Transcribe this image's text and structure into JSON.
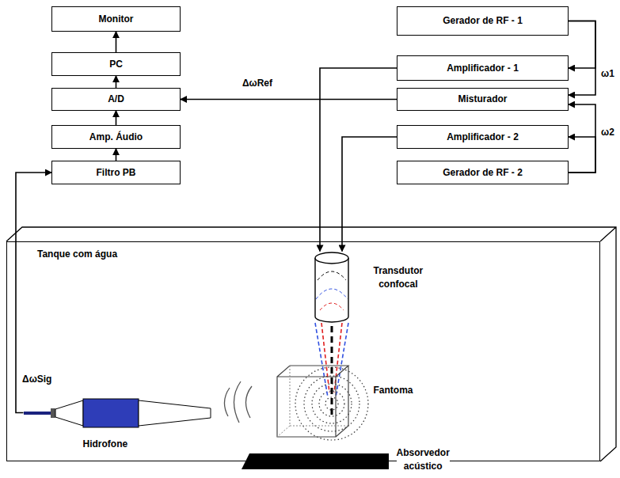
{
  "diagram": {
    "nodes": [
      {
        "text": [
          "Monitor"
        ]
      },
      {
        "text": [
          "PC"
        ]
      },
      {
        "text": [
          "A/D"
        ]
      },
      {
        "text": [
          "Amp. Áudio"
        ]
      },
      {
        "text": [
          "Filtro PB"
        ]
      },
      {
        "text": [
          "Gerador de RF - 1"
        ]
      },
      {
        "text": [
          "Amplificador - 1"
        ]
      },
      {
        "text": [
          "Misturador"
        ]
      },
      {
        "text": [
          "Amplificador - 2"
        ]
      },
      {
        "text": [
          "Gerador de RF - 2"
        ]
      },
      {
        "text": [
          "Tanque com água"
        ]
      },
      {
        "text": [
          "Transdutor confocal"
        ],
        "in": 10
      },
      {
        "text": [
          "Fantoma"
        ],
        "in": 10
      },
      {
        "text": [
          "Hidrofone"
        ],
        "in": 10
      },
      {
        "text": [
          "Absorvedor acústico"
        ],
        "in": 10
      }
    ],
    "edges": [
      {
        "from": 1,
        "to": 0,
        "arrow": "to"
      },
      {
        "from": 2,
        "to": 1,
        "arrow": "to"
      },
      {
        "from": 3,
        "to": 2,
        "arrow": "to"
      },
      {
        "from": 4,
        "to": 3,
        "arrow": "to"
      },
      {
        "from": 7,
        "to": 2,
        "label": "ΔωRef",
        "arrow": "to"
      },
      {
        "from": 5,
        "to": 6,
        "arrow": "to"
      },
      {
        "from": 5,
        "to": 7,
        "arrow": "to"
      },
      {
        "from": 9,
        "to": 8,
        "arrow": "to"
      },
      {
        "from": 9,
        "to": 7,
        "arrow": "to"
      },
      {
        "from": 6,
        "to": 11,
        "arrow": "to"
      },
      {
        "from": 8,
        "to": 11,
        "arrow": "to"
      },
      {
        "from": 13,
        "to": 4,
        "arrow": "to"
      }
    ],
    "labels": [
      "ΔωSig",
      "ω1",
      "ω2"
    ]
  }
}
